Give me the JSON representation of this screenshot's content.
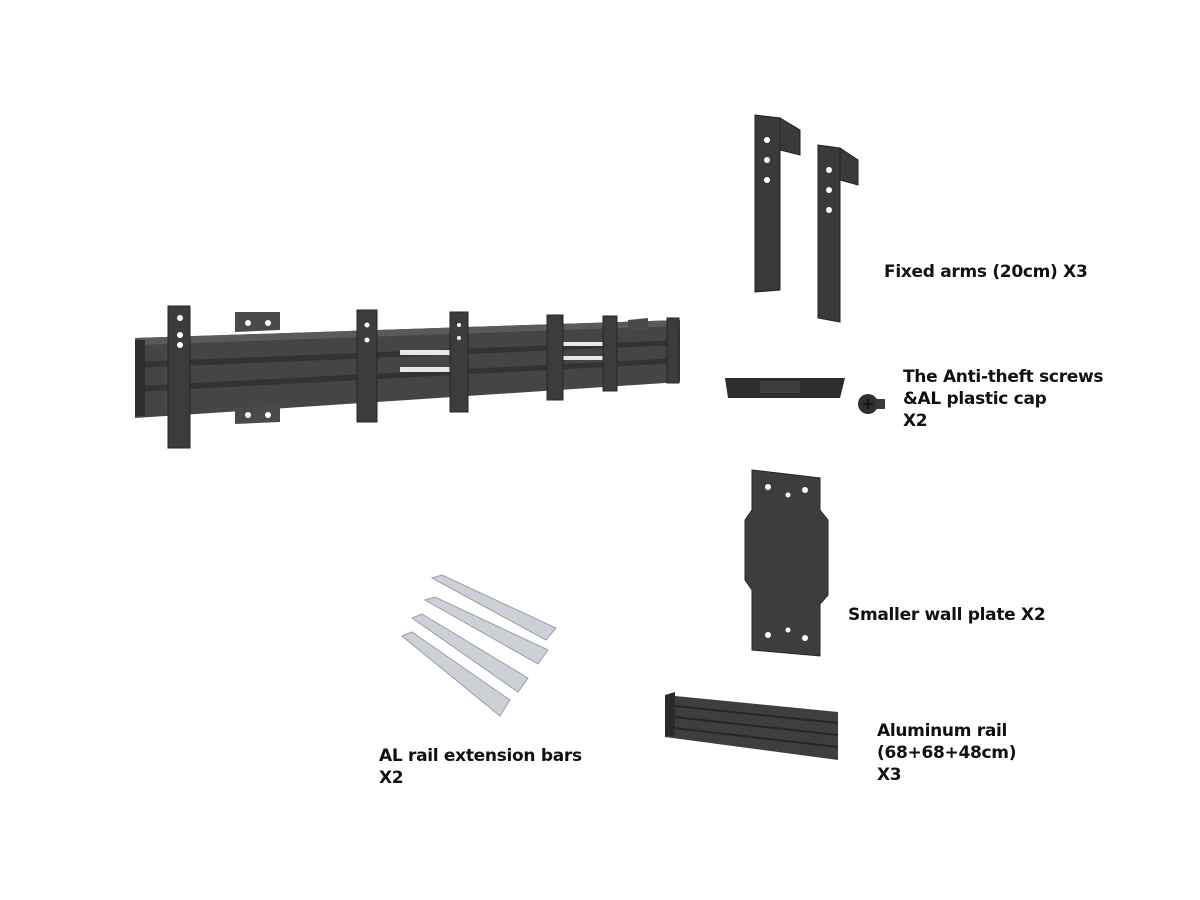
{
  "labels": {
    "fixed_arms": "Fixed arms (20cm) X3",
    "screws_line1": "The Anti-theft screws",
    "screws_line2": "&AL plastic cap",
    "screws_line3": "X2",
    "wall_plate": "Smaller wall plate X2",
    "ext_bars_line1": "AL rail extension bars",
    "ext_bars_line2": "X2",
    "rail_line1": "Aluminum rail",
    "rail_line2": "(68+68+48cm)",
    "rail_line3": "X3"
  },
  "colors": {
    "metal_dark": "#3a3a3c",
    "metal_mid": "#505052",
    "aluminum": "#c9ccd2"
  }
}
